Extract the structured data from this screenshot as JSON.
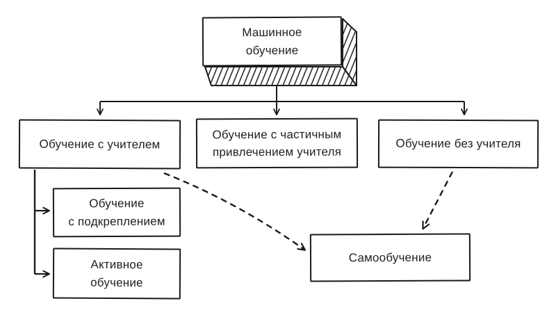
{
  "diagram": {
    "background_color": "#ffffff",
    "stroke_color": "#1a1a1a",
    "box_fill_color": "#ffffff",
    "style": "hand-drawn flowchart, 3d hatched shadow on root box",
    "nodes": {
      "machine_learning": {
        "label": "Машинное\nобучение"
      },
      "supervised": {
        "label": "Обучение с учителем"
      },
      "semi_supervised": {
        "label": "Обучение с частичным\nпривлечением учителя"
      },
      "unsupervised": {
        "label": "Обучение без учителя"
      },
      "reinforcement": {
        "label": "Обучение\nс подкреплением"
      },
      "active_learning": {
        "label": "Активное\nобучение"
      },
      "self_learning": {
        "label": "Самообучение"
      }
    },
    "edges": [
      {
        "from": "machine_learning",
        "to": "supervised",
        "style": "solid-arrow"
      },
      {
        "from": "machine_learning",
        "to": "semi_supervised",
        "style": "solid-arrow"
      },
      {
        "from": "machine_learning",
        "to": "unsupervised",
        "style": "solid-arrow"
      },
      {
        "from": "supervised",
        "to": "reinforcement",
        "style": "solid-arrow"
      },
      {
        "from": "supervised",
        "to": "active_learning",
        "style": "solid-arrow"
      },
      {
        "from": "supervised",
        "to": "self_learning",
        "style": "dashed-curved-arrow"
      },
      {
        "from": "unsupervised",
        "to": "self_learning",
        "style": "dashed-arrow"
      }
    ]
  }
}
